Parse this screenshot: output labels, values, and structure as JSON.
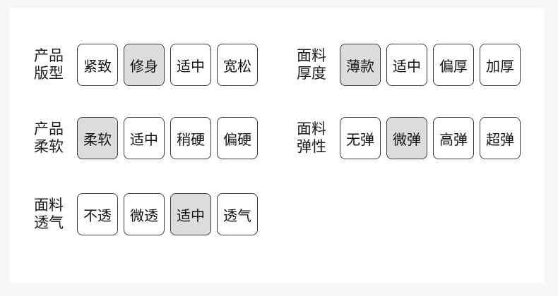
{
  "colors": {
    "page_background": "#f7f7f8",
    "panel_background": "#ffffff",
    "chip_border": "#3c3c3c",
    "chip_text": "#141414",
    "chip_selected_background": "#dcdcdc",
    "label_text": "#1a1a1a"
  },
  "attributes": [
    {
      "id": "fit",
      "label": "产品版型",
      "label_lines": [
        "产品",
        "版型"
      ],
      "column": "left",
      "options": [
        {
          "label": "紧致",
          "selected": false
        },
        {
          "label": "修身",
          "selected": true
        },
        {
          "label": "适中",
          "selected": false
        },
        {
          "label": "宽松",
          "selected": false
        }
      ]
    },
    {
      "id": "softness",
      "label": "产品柔软",
      "label_lines": [
        "产品",
        "柔软"
      ],
      "column": "left",
      "options": [
        {
          "label": "柔软",
          "selected": true
        },
        {
          "label": "适中",
          "selected": false
        },
        {
          "label": "稍硬",
          "selected": false
        },
        {
          "label": "偏硬",
          "selected": false
        }
      ]
    },
    {
      "id": "breathability",
      "label": "面料透气",
      "label_lines": [
        "面料",
        "透气"
      ],
      "column": "left",
      "options": [
        {
          "label": "不透",
          "selected": false
        },
        {
          "label": "微透",
          "selected": false
        },
        {
          "label": "适中",
          "selected": true
        },
        {
          "label": "透气",
          "selected": false
        }
      ]
    },
    {
      "id": "thickness",
      "label": "面料厚度",
      "label_lines": [
        "面料",
        "厚度"
      ],
      "column": "right",
      "options": [
        {
          "label": "薄款",
          "selected": true
        },
        {
          "label": "适中",
          "selected": false
        },
        {
          "label": "偏厚",
          "selected": false
        },
        {
          "label": "加厚",
          "selected": false
        }
      ]
    },
    {
      "id": "elasticity",
      "label": "面料弹性",
      "label_lines": [
        "面料",
        "弹性"
      ],
      "column": "right",
      "options": [
        {
          "label": "无弹",
          "selected": false
        },
        {
          "label": "微弹",
          "selected": true
        },
        {
          "label": "高弹",
          "selected": false
        },
        {
          "label": "超弹",
          "selected": false
        }
      ]
    }
  ]
}
